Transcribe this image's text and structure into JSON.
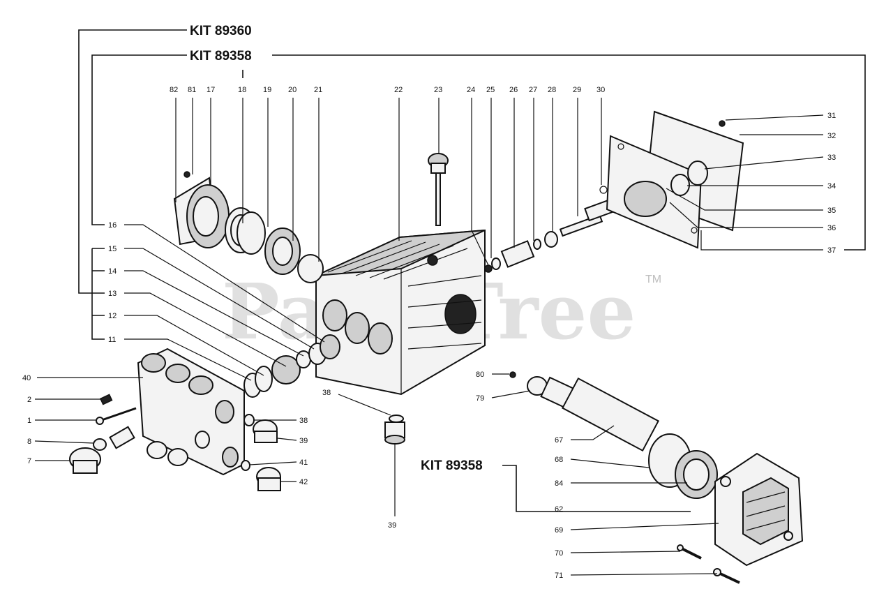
{
  "watermark": {
    "text": "PartsTree",
    "trademark": "TM"
  },
  "kits": [
    {
      "id": "kit-89360",
      "label": "KIT 89360"
    },
    {
      "id": "kit-89358-top",
      "label": "KIT 89358"
    },
    {
      "id": "kit-89358-bottom",
      "label": "KIT 89358"
    }
  ],
  "callouts": [
    {
      "n": "82"
    },
    {
      "n": "81"
    },
    {
      "n": "17"
    },
    {
      "n": "18"
    },
    {
      "n": "19"
    },
    {
      "n": "20"
    },
    {
      "n": "21"
    },
    {
      "n": "22"
    },
    {
      "n": "23"
    },
    {
      "n": "24"
    },
    {
      "n": "25"
    },
    {
      "n": "26"
    },
    {
      "n": "27"
    },
    {
      "n": "28"
    },
    {
      "n": "29"
    },
    {
      "n": "30"
    },
    {
      "n": "31"
    },
    {
      "n": "32"
    },
    {
      "n": "33"
    },
    {
      "n": "34"
    },
    {
      "n": "35"
    },
    {
      "n": "36"
    },
    {
      "n": "37"
    },
    {
      "n": "16"
    },
    {
      "n": "15"
    },
    {
      "n": "14"
    },
    {
      "n": "13"
    },
    {
      "n": "12"
    },
    {
      "n": "11"
    },
    {
      "n": "40"
    },
    {
      "n": "2"
    },
    {
      "n": "1"
    },
    {
      "n": "8"
    },
    {
      "n": "7"
    },
    {
      "n": "38"
    },
    {
      "n": "39"
    },
    {
      "n": "41"
    },
    {
      "n": "42"
    },
    {
      "n": "38"
    },
    {
      "n": "39"
    },
    {
      "n": "80"
    },
    {
      "n": "79"
    },
    {
      "n": "67"
    },
    {
      "n": "68"
    },
    {
      "n": "84"
    },
    {
      "n": "62"
    },
    {
      "n": "69"
    },
    {
      "n": "70"
    },
    {
      "n": "71"
    }
  ]
}
